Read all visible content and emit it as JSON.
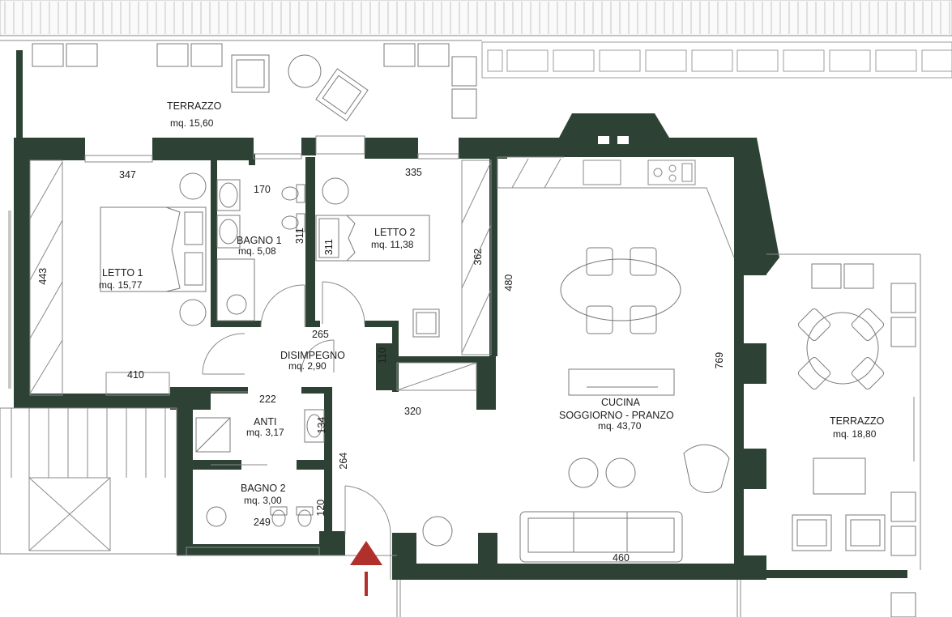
{
  "colors": {
    "wall": "#2d4235",
    "arrow": "#b0302c",
    "line": "#8a8a8a"
  },
  "rooms": {
    "terrazzo_top": {
      "name": "TERRAZZO",
      "area": "mq. 15,60"
    },
    "letto1": {
      "name": "LETTO 1",
      "area": "mq. 15,77"
    },
    "bagno1": {
      "name": "BAGNO 1",
      "area": "mq. 5,08"
    },
    "letto2": {
      "name": "LETTO 2",
      "area": "mq. 11,38"
    },
    "disimpegno": {
      "name": "DISIMPEGNO",
      "area": "mq. 2,90"
    },
    "anti": {
      "name": "ANTI",
      "area": "mq. 3,17"
    },
    "bagno2": {
      "name": "BAGNO 2",
      "area": "mq. 3,00"
    },
    "cucina": {
      "name": "CUCINA",
      "name2": "SOGGIORNO - PRANZO",
      "area": "mq. 43,70"
    },
    "terrazzo_right": {
      "name": "TERRAZZO",
      "area": "mq. 18,80"
    }
  },
  "dimensions": {
    "d347": "347",
    "d170": "170",
    "d335": "335",
    "d443": "443",
    "d311a": "311",
    "d311b": "311",
    "d362": "362",
    "d480": "480",
    "d265": "265",
    "d110": "110",
    "d410": "410",
    "d222": "222",
    "d320": "320",
    "d134": "134",
    "d264": "264",
    "d120": "120",
    "d249": "249",
    "d769": "769",
    "d460": "460"
  },
  "icons": [
    "entrance-arrow-icon",
    "sofa-icon",
    "dining-table-icon",
    "bed-icon",
    "washbasin-icon",
    "toilet-icon",
    "bidet-icon",
    "shower-icon",
    "armchair-icon",
    "plant-icon",
    "stove-icon",
    "sink-icon"
  ]
}
